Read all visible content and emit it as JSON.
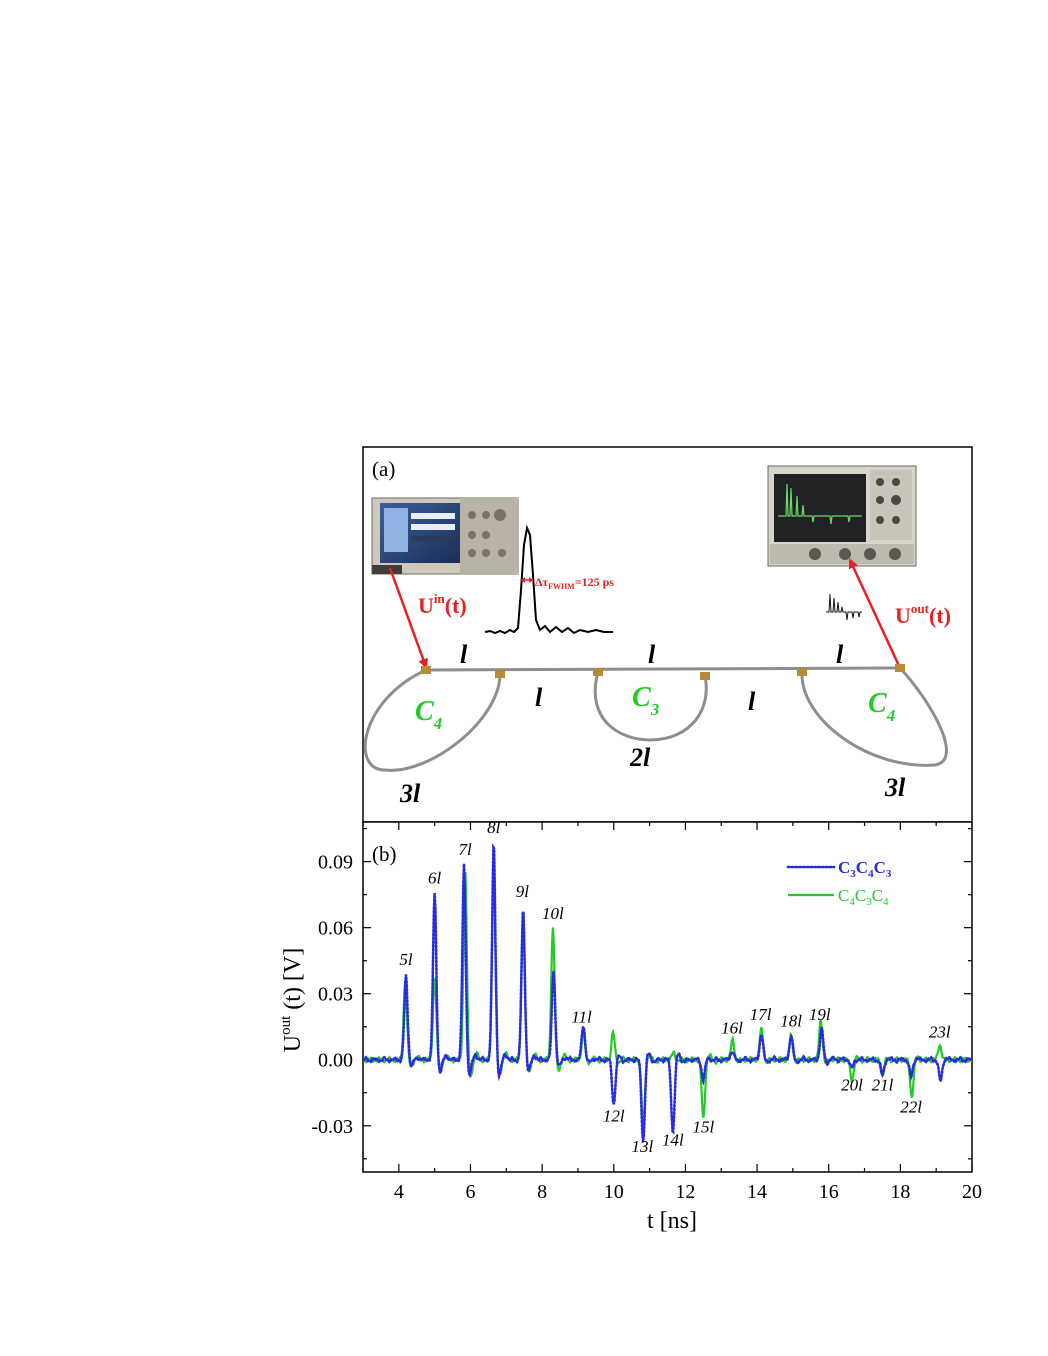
{
  "panel_a": {
    "label": "(a)",
    "u_in": "U",
    "u_in_sup": "in",
    "u_in_arg": "(t)",
    "u_out": "U",
    "u_out_sup": "out",
    "u_out_arg": "(t)",
    "pulse_delta": "Δτ",
    "pulse_sub": "FWHM",
    "pulse_value": "=125 ps",
    "wire_labels": [
      "l",
      "l",
      "l",
      "l",
      "l"
    ],
    "loop_labels": [
      {
        "c": "C",
        "sub": "4",
        "len": "3l"
      },
      {
        "c": "C",
        "sub": "3",
        "len": "2l"
      },
      {
        "c": "C",
        "sub": "4",
        "len": "3l"
      }
    ],
    "colors": {
      "arrow": "#e82020",
      "loop_label": "#22cc22",
      "text": "#000000"
    }
  },
  "panel_b": {
    "label": "(b)",
    "ylabel_main": "U",
    "ylabel_sup": "out",
    "ylabel_rest": " (t) [V]",
    "xlabel": "t [ns]",
    "legend": [
      {
        "main": "C",
        "subs": [
          "3",
          "4",
          "3"
        ],
        "color": "#2a2ae0",
        "style": "dotted"
      },
      {
        "main": "C",
        "subs": [
          "4",
          "3",
          "4"
        ],
        "color": "#22cc22",
        "style": "solid"
      }
    ],
    "peak_labels": [
      {
        "text": "5l",
        "x": 4.2,
        "y": 0.043
      },
      {
        "text": "6l",
        "x": 5.0,
        "y": 0.08
      },
      {
        "text": "7l",
        "x": 5.85,
        "y": 0.093
      },
      {
        "text": "8l",
        "x": 6.65,
        "y": 0.103
      },
      {
        "text": "9l",
        "x": 7.45,
        "y": 0.074
      },
      {
        "text": "10l",
        "x": 8.3,
        "y": 0.064
      },
      {
        "text": "11l",
        "x": 9.1,
        "y": 0.017
      },
      {
        "text": "12l",
        "x": 10.0,
        "y": -0.028
      },
      {
        "text": "13l",
        "x": 10.8,
        "y": -0.042
      },
      {
        "text": "14l",
        "x": 11.65,
        "y": -0.039
      },
      {
        "text": "15l",
        "x": 12.5,
        "y": -0.033
      },
      {
        "text": "16l",
        "x": 13.3,
        "y": 0.012
      },
      {
        "text": "17l",
        "x": 14.1,
        "y": 0.018
      },
      {
        "text": "18l",
        "x": 14.95,
        "y": 0.015
      },
      {
        "text": "19l",
        "x": 15.75,
        "y": 0.018
      },
      {
        "text": "20l",
        "x": 16.65,
        "y": -0.014
      },
      {
        "text": "21l",
        "x": 17.5,
        "y": -0.014
      },
      {
        "text": "22l",
        "x": 18.3,
        "y": -0.024
      },
      {
        "text": "23l",
        "x": 19.1,
        "y": 0.01
      }
    ]
  },
  "chart_data": {
    "type": "line",
    "title": "",
    "xlabel": "t [ns]",
    "ylabel": "U out (t) [V]",
    "xlim": [
      3,
      20
    ],
    "ylim": [
      -0.051,
      0.108
    ],
    "xticks": [
      4,
      6,
      8,
      10,
      12,
      14,
      16,
      18,
      20
    ],
    "yticks": [
      -0.03,
      0.0,
      0.03,
      0.06,
      0.09
    ],
    "ytick_labels": [
      "-0.03",
      "0.00",
      "0.03",
      "0.06",
      "0.09"
    ],
    "legend_position": "top-right",
    "series": [
      {
        "name": "C3C4C3",
        "color": "#2a2ae0",
        "style": "dotted",
        "peaks": [
          [
            4.2,
            0.038
          ],
          [
            5.0,
            0.075
          ],
          [
            5.82,
            0.088
          ],
          [
            6.65,
            0.098
          ],
          [
            7.47,
            0.068
          ],
          [
            8.32,
            0.041
          ],
          [
            9.15,
            0.016
          ],
          [
            10.0,
            -0.02
          ],
          [
            10.82,
            -0.037
          ],
          [
            11.65,
            -0.033
          ],
          [
            12.5,
            -0.009
          ],
          [
            13.3,
            0.004
          ],
          [
            14.12,
            0.012
          ],
          [
            14.95,
            0.011
          ],
          [
            15.8,
            0.014
          ],
          [
            16.65,
            -0.004
          ],
          [
            17.5,
            -0.007
          ],
          [
            18.3,
            -0.008
          ],
          [
            19.12,
            -0.01
          ]
        ]
      },
      {
        "name": "C4C3C4",
        "color": "#22cc22",
        "style": "solid",
        "peaks": [
          [
            4.18,
            0.036
          ],
          [
            5.0,
            0.038
          ],
          [
            5.85,
            0.087
          ],
          [
            6.65,
            0.092
          ],
          [
            7.47,
            0.069
          ],
          [
            8.3,
            0.06
          ],
          [
            9.15,
            0.012
          ],
          [
            9.98,
            0.012
          ],
          [
            10.82,
            -0.031
          ],
          [
            11.67,
            0.003
          ],
          [
            12.5,
            -0.027
          ],
          [
            13.32,
            0.009
          ],
          [
            14.12,
            0.014
          ],
          [
            14.95,
            0.011
          ],
          [
            15.78,
            0.018
          ],
          [
            16.65,
            -0.009
          ],
          [
            17.5,
            -0.007
          ],
          [
            18.32,
            -0.017
          ],
          [
            19.1,
            0.007
          ]
        ]
      }
    ]
  }
}
